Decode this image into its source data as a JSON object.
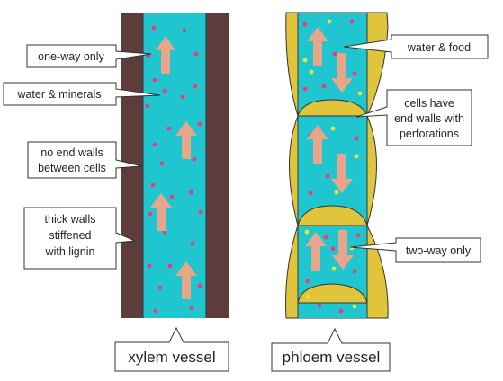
{
  "colors": {
    "xylem_wall": "#5e3c3c",
    "lumen": "#1fc6d0",
    "phloem_wall": "#e0c43c",
    "arrow": "#e7a58a",
    "particle_mineral": "#ea3d79",
    "particle_food": "#e4e637"
  },
  "xylem": {
    "title": "xylem vessel",
    "labels": {
      "one_way": "one-way only",
      "water_minerals": "water & minerals",
      "no_end_walls_1": "no end walls",
      "no_end_walls_2": "between cells",
      "thick_walls_1": "thick walls",
      "thick_walls_2": "stiffened",
      "thick_walls_3": "with lignin"
    }
  },
  "phloem": {
    "title": "phloem vessel",
    "labels": {
      "water_food": "water & food",
      "end_walls_1": "cells have",
      "end_walls_2": "end walls with",
      "end_walls_3": "perforations",
      "two_way": "two-way only"
    }
  }
}
